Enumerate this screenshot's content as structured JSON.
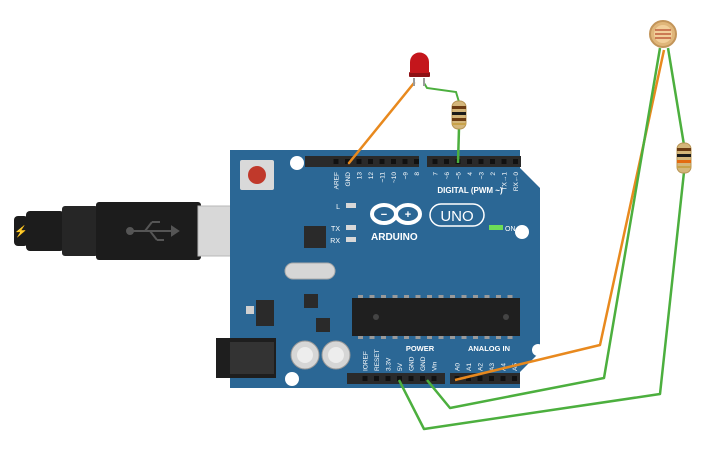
{
  "board": {
    "brand": "ARDUINO",
    "model": "UNO",
    "on_label": "ON",
    "led_l": "L",
    "led_tx": "TX",
    "led_rx": "RX",
    "digital_header": "DIGITAL (PWM ~)",
    "power_header": "POWER",
    "analog_header": "ANALOG IN",
    "digital_pins_left": [
      "AREF",
      "GND",
      "13",
      "12",
      "~11",
      "~10",
      "~9",
      "8"
    ],
    "digital_pins_right": [
      "7",
      "~6",
      "~5",
      "4",
      "~3",
      "2",
      "TX→1",
      "RX←0"
    ],
    "power_pins": [
      "IOREF",
      "RESET",
      "3.3V",
      "5V",
      "GND",
      "GND",
      "Vin"
    ],
    "analog_pins": [
      "A0",
      "A1",
      "A2",
      "A3",
      "A4",
      "A5"
    ]
  },
  "colors": {
    "board": "#2b6795",
    "board_dark": "#1f4f75",
    "header": "#2a2a2a",
    "wire_orange": "#e8891e",
    "wire_green": "#4caf3e",
    "led_red": "#c4161c",
    "usb_black": "#1c1c1c",
    "usb_silver": "#d8d8d8"
  }
}
